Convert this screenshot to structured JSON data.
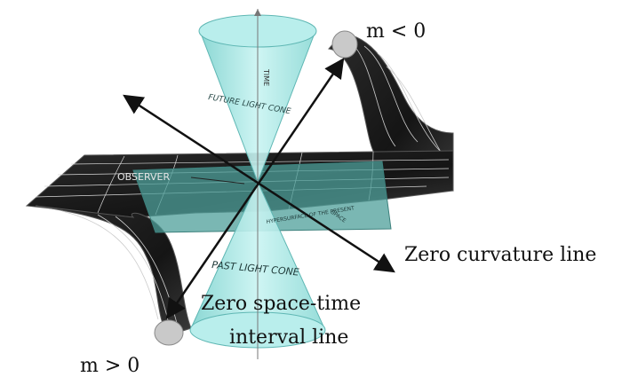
{
  "labels": {
    "m_negative": "m < 0",
    "m_positive": "m > 0",
    "zero_curvature": "Zero curvature line",
    "zero_spacetime_line1": "Zero space-time",
    "zero_spacetime_line2": "interval line"
  },
  "figure_text": {
    "time": "TIME",
    "future_cone": "FUTURE LIGHT CONE",
    "past_cone": "PAST LIGHT CONE",
    "observer": "OBSERVER",
    "hypersurface": "HYPERSURFACE OF THE PRESENT",
    "space": "SPACE"
  },
  "colors": {
    "cone_fill": "#a8e8e6",
    "cone_edge": "#5fb7b4",
    "plane_fill": "#4e9f9a",
    "sheet_dark": "#1b1b1b",
    "sheet_line": "#dcdcdc",
    "arrow": "#111111",
    "text": "#111111"
  }
}
